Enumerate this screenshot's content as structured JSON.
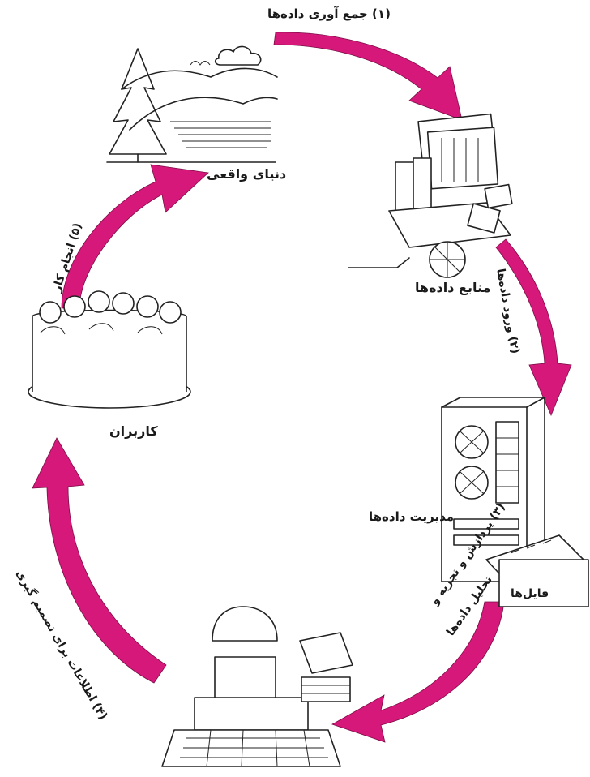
{
  "colors": {
    "arrow": "#d6187a",
    "line": "#222222",
    "background": "#ffffff"
  },
  "steps": {
    "collect": "(۱) جمع آوری داده‌ها",
    "input": "(۲) ورود داده‌ها",
    "process_line1": "(۳) پردازش و تجزیه و",
    "process_line2": "تحلیل داده‌ها",
    "info": "(۴) اطلاعات برای تصمیم گیری",
    "perform": "(۵) انجام کار"
  },
  "nodes": {
    "real_world": "دنیای واقعی",
    "data_sources": "منابع داده‌ها",
    "data_management": "مدیریت داده‌ها",
    "files": "فایل‌ها",
    "users": "کاربران"
  },
  "icons": {
    "real_world": "landscape-icon",
    "data_sources": "documents-and-books-icon",
    "data_management": "computer-cabinet-icon",
    "processing": "computer-workstation-icon",
    "users": "people-group-icon"
  }
}
